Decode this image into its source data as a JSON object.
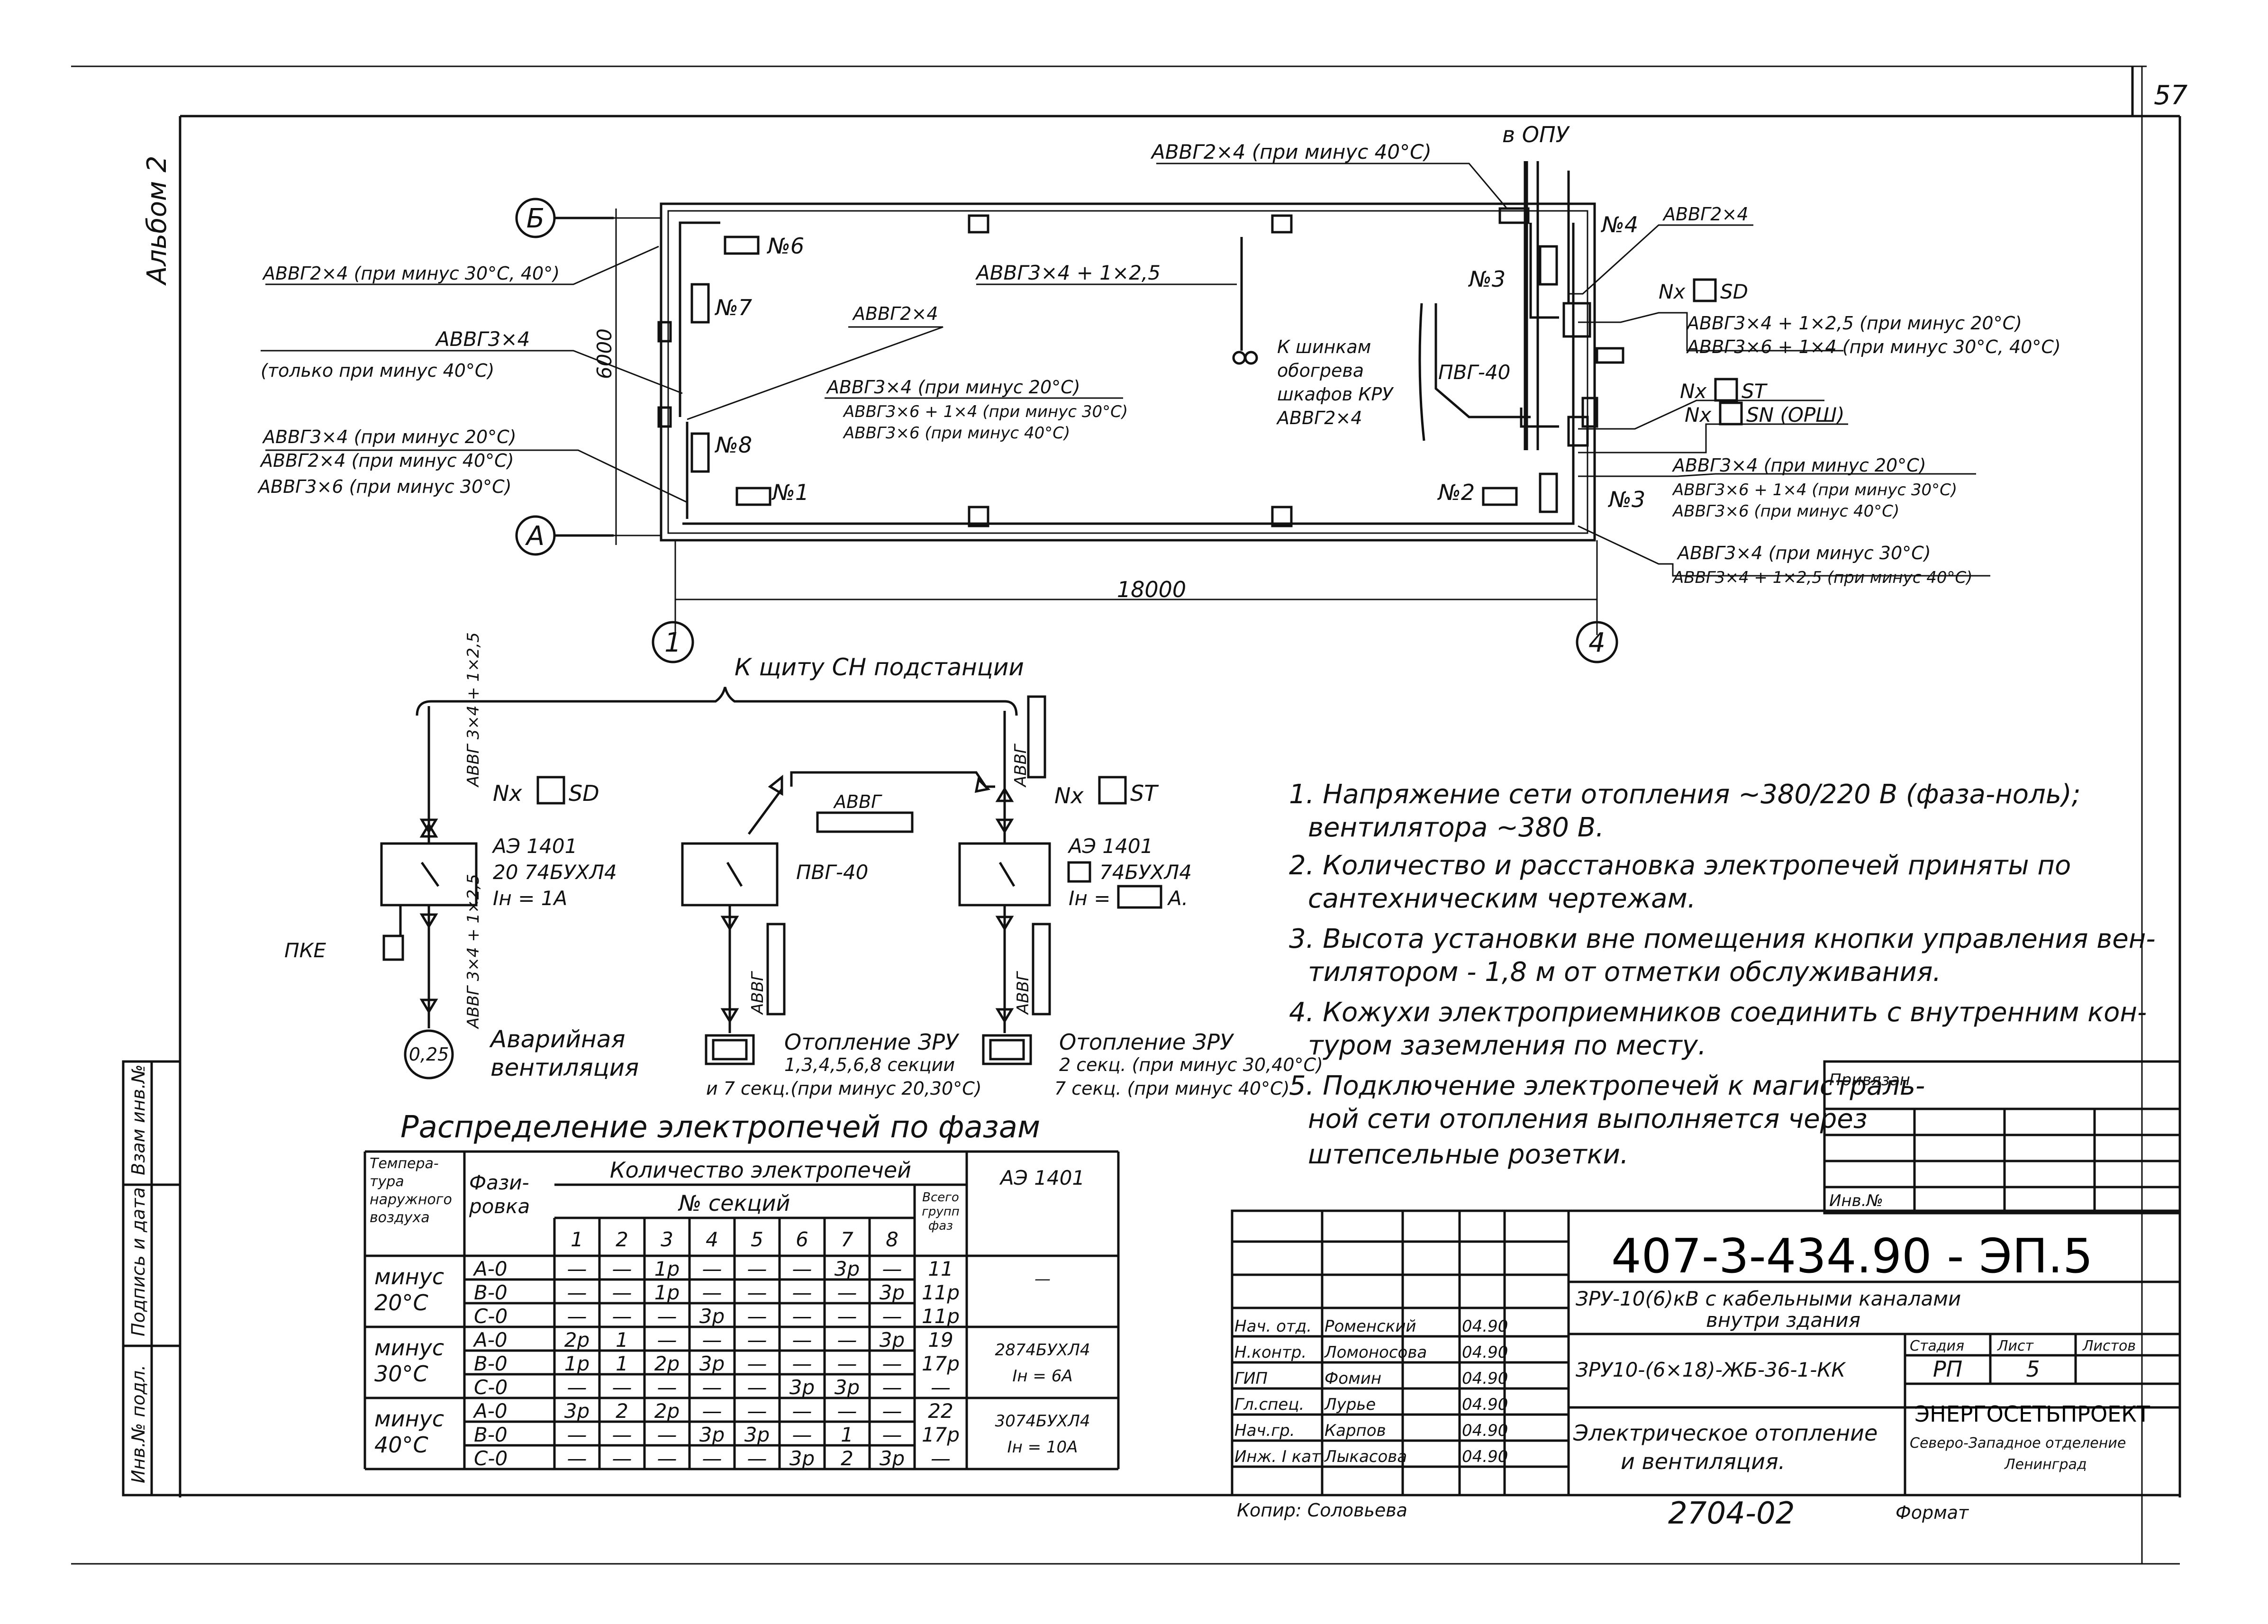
{
  "sheet": {
    "number": "57",
    "album": "Альбом 2",
    "side_stamp": [
      "Инв.№ подл.",
      "Подпись и дата",
      "Взам инв.№"
    ]
  },
  "plan": {
    "axes": {
      "b": "Б",
      "a": "А",
      "one": "1",
      "four": "4"
    },
    "dim_width": "18000",
    "dim_height": "6000",
    "to_opu": "в ОПУ",
    "units": {
      "n1": "№1",
      "n2": "№2",
      "n3a": "№3",
      "n3b": "№3",
      "n4": "№4",
      "n6": "№6",
      "n7": "№7",
      "n8": "№8"
    },
    "pvg": "ПВГ-40",
    "cables": {
      "top_opu": "АВВГ2×4 (при минус 40°С)",
      "left_top": "АВВГ2×4 (при минус 30°С, 40°)",
      "left_mid_1": "АВВГ3×4",
      "left_mid_2": "(только при минус 40°С)",
      "left_low_1": "АВВГ3×4 (при минус 20°С)",
      "left_low_2": "АВВГ2×4 (при минус 40°С)",
      "left_low_3": "АВВГ3×6 (при минус 30°С)",
      "inner_2x4": "АВВГ2×4",
      "inner_main": "АВВГ3×4 + 1×2,5",
      "inner_c1": "АВВГ3×4 (при минус 20°С)",
      "inner_c2": "АВВГ3×6 + 1×4 (при минус 30°С)",
      "inner_c3": "АВВГ3×6 (при минус 40°С)",
      "cabinet_1": "К шинкам",
      "cabinet_2": "обогрева",
      "cabinet_3": "шкафов КРУ",
      "cabinet_4": "АВВГ2×4",
      "right_2x4": "АВВГ2×4",
      "nx_sd": "Nx",
      "nx_sd_tag": "SD",
      "r1": "АВВГ3×4 + 1×2,5 (при минус 20°С)",
      "r2": "АВВГ3×6 + 1×4 (при минус 30°С, 40°С)",
      "nx_st": "Nx",
      "nx_st_tag": "ST",
      "nx_sn": "Nx",
      "nx_sn_tag": "SN (ОРШ)",
      "r3": "АВВГ3×4 (при минус 20°С)",
      "r4": "АВВГ3×6 + 1×4 (при минус 30°С)",
      "r5": "АВВГ3×6 (при минус 40°С)",
      "r6": "АВВГ3×4 (при минус 30°С)",
      "r7": "АВВГ3×4 + 1×2,5 (при минус 40°С)"
    }
  },
  "scheme": {
    "title": "К щиту СН подстанции",
    "left_cable": "АВВГ 3×4 + 1×2,5",
    "left_cable_low": "АВВГ 3×4 + 1×2,5",
    "nx_sd": "Nx",
    "nx_sd_tag": "SD",
    "ae1": "АЭ 1401",
    "ae1_b": "20 74БУХЛ4",
    "ae1_in": "Iн = 1А",
    "pke": "ПКЕ",
    "fan_value": "0,25",
    "fan_label_1": "Аварийная",
    "fan_label_2": "вентиляция",
    "top_cable": "АВВГ",
    "pvg": "ПВГ-40",
    "right_cable": "АВВГ",
    "nx_st": "Nx",
    "nx_st_tag": "ST",
    "ae2": "АЭ 1401",
    "ae2_b": "74БУХЛ4",
    "ae2_in_pre": "Iн =",
    "ae2_in_post": "А.",
    "mid_low_cable": "АВВГ",
    "right_low_cable": "АВВГ",
    "heat_mid_1": "Отопление ЗРУ",
    "heat_mid_2": "1,3,4,5,6,8 секции",
    "heat_mid_3": "и 7 секц.(при минус 20,30°С)",
    "heat_right_1": "Отопление ЗРУ",
    "heat_right_2": "2 секц. (при минус 30,40°С)",
    "heat_right_3": "7 секц. (при минус 40°С)"
  },
  "notes": [
    "1. Напряжение сети отопления ~380/220 В (фаза-ноль);",
    "вентилятора ~380 В.",
    "2. Количество и расстановка электропечей приняты по",
    "сантехническим чертежам.",
    "3. Высота установки вне помещения кнопки управления вен-",
    "тилятором - 1,8 м от отметки обслуживания.",
    "4. Кожухи электроприемников соединить с внутренним кон-",
    "туром заземления по месту.",
    "5. Подключение электропечей к магистраль-",
    "ной сети отопления выполняется через",
    "штепсельные розетки."
  ],
  "phase_table": {
    "title": "Распределение электропечей по фазам",
    "head_temp": [
      "Темпера-",
      "тура",
      "наружного",
      "воздуха"
    ],
    "head_phase": [
      "Фази-",
      "ровка"
    ],
    "head_count": "Количество электропечей",
    "head_sections": "№ секций",
    "head_total": [
      "Всего",
      "групп",
      "фаз"
    ],
    "head_ae": "АЭ 1401",
    "section_numbers": [
      "1",
      "2",
      "3",
      "4",
      "5",
      "6",
      "7",
      "8"
    ],
    "groups": [
      {
        "temp": [
          "минус",
          "20°С"
        ],
        "ae": [
          "—"
        ],
        "rows": [
          {
            "phase": "А-0",
            "cells": [
              "—",
              "—",
              "1р",
              "—",
              "—",
              "—",
              "3р",
              "—"
            ],
            "total": "11"
          },
          {
            "phase": "В-0",
            "cells": [
              "—",
              "—",
              "1р",
              "—",
              "—",
              "—",
              "—",
              "3р"
            ],
            "total": "11р"
          },
          {
            "phase": "С-0",
            "cells": [
              "—",
              "—",
              "—",
              "3р",
              "—",
              "—",
              "—",
              "—"
            ],
            "total": "11р"
          }
        ]
      },
      {
        "temp": [
          "минус",
          "30°С"
        ],
        "ae": [
          "2874БУХЛ4",
          "Iн = 6А"
        ],
        "rows": [
          {
            "phase": "А-0",
            "cells": [
              "2р",
              "1",
              "—",
              "—",
              "—",
              "—",
              "—",
              "3р"
            ],
            "total": "19"
          },
          {
            "phase": "В-0",
            "cells": [
              "1р",
              "1",
              "2р",
              "3р",
              "—",
              "—",
              "—",
              "—"
            ],
            "total": "17р"
          },
          {
            "phase": "С-0",
            "cells": [
              "—",
              "—",
              "—",
              "—",
              "—",
              "3р",
              "3р",
              "—"
            ],
            "total": "—"
          }
        ]
      },
      {
        "temp": [
          "минус",
          "40°С"
        ],
        "ae": [
          "3074БУХЛ4",
          "Iн = 10А"
        ],
        "rows": [
          {
            "phase": "А-0",
            "cells": [
              "3р",
              "2",
              "2р",
              "—",
              "—",
              "—",
              "—",
              "—"
            ],
            "total": "22"
          },
          {
            "phase": "В-0",
            "cells": [
              "—",
              "—",
              "—",
              "3р",
              "3р",
              "—",
              "1",
              "—"
            ],
            "total": "17р"
          },
          {
            "phase": "С-0",
            "cells": [
              "—",
              "—",
              "—",
              "—",
              "—",
              "3р",
              "2",
              "3р"
            ],
            "total": "—"
          }
        ]
      }
    ]
  },
  "title_block": {
    "privyazan": "Привязан",
    "inv": "Инв.№",
    "doc_number": "407-3-434.90 - ЭП.5",
    "object_1": "ЗРУ-10(6)кВ с кабельными каналами",
    "object_2": "внутри здания",
    "code": "ЗРУ10-(6×18)-ЖБ-36-1-КК",
    "stage_label": "Стадия",
    "sheet_label": "Лист",
    "sheets_label": "Листов",
    "stage": "РП",
    "sheet": "5",
    "drawing_title_1": "Электрическое отопление",
    "drawing_title_2": "и вентиляция.",
    "org_1": "ЭНЕРГОСЕТЬПРОЕКТ",
    "org_2": "Северо-Западное отделение",
    "org_3": "Ленинград",
    "staff": [
      {
        "role": "Нач. отд.",
        "name": "Роменский",
        "date": "04.90"
      },
      {
        "role": "Н.контр.",
        "name": "Ломоносова",
        "date": "04.90"
      },
      {
        "role": "ГИП",
        "name": "Фомин",
        "date": "04.90"
      },
      {
        "role": "Гл.спец.",
        "name": "Лурье",
        "date": "04.90"
      },
      {
        "role": "Нач.гр.",
        "name": "Карпов",
        "date": "04.90"
      },
      {
        "role": "Инж. I кат.",
        "name": "Лыкасова",
        "date": "04.90"
      }
    ],
    "copied": "Копир: Соловьева",
    "archive": "2704-02",
    "format": "Формат"
  }
}
